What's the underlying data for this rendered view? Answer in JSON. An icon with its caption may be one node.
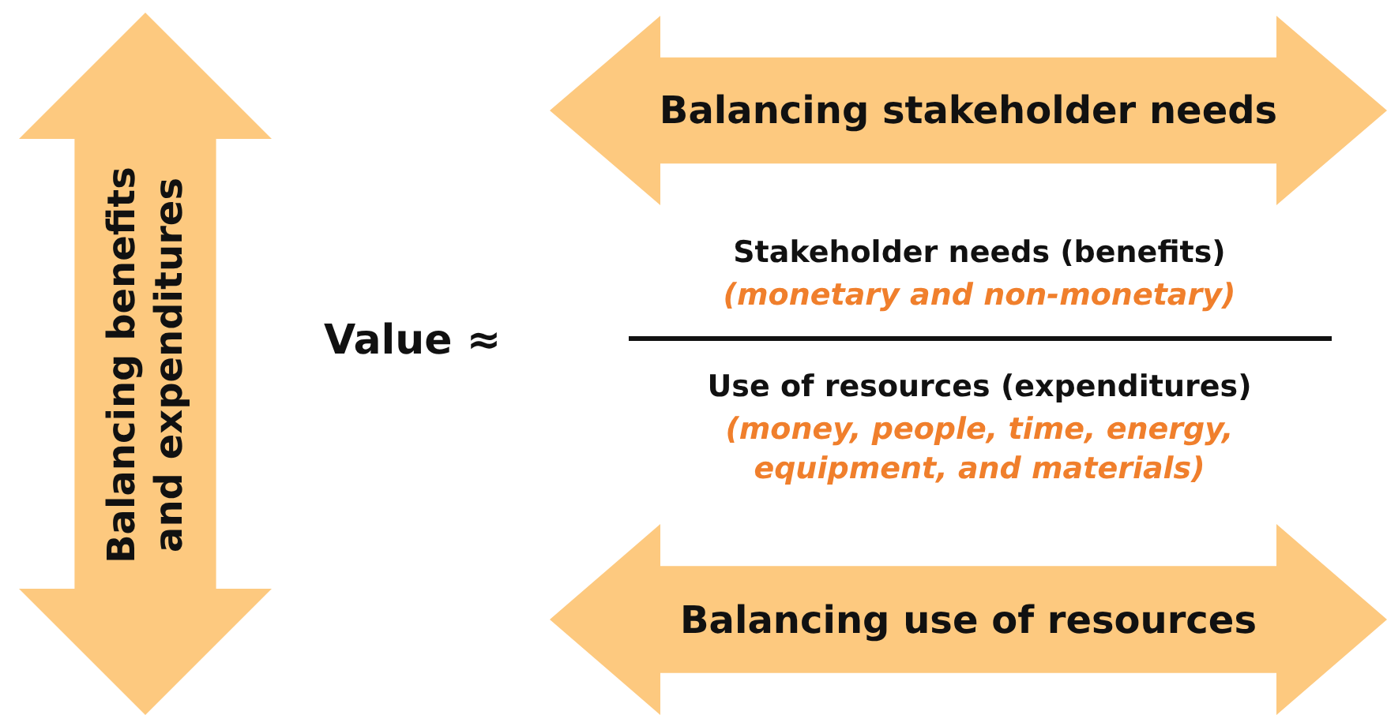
{
  "diagram": {
    "nodes": [
      {
        "text": [
          "Balancing benefits and expenditures"
        ]
      },
      {
        "text": [
          "Balancing stakeholder needs"
        ]
      },
      {
        "text": [
          "Balancing use of resources"
        ]
      }
    ],
    "labels": [
      "Value ≈",
      "Stakeholder needs (benefits)",
      "(monetary and non-monetary)",
      "Use of resources (expenditures)",
      "(money, people, time, energy, equipment, and materials)"
    ]
  }
}
